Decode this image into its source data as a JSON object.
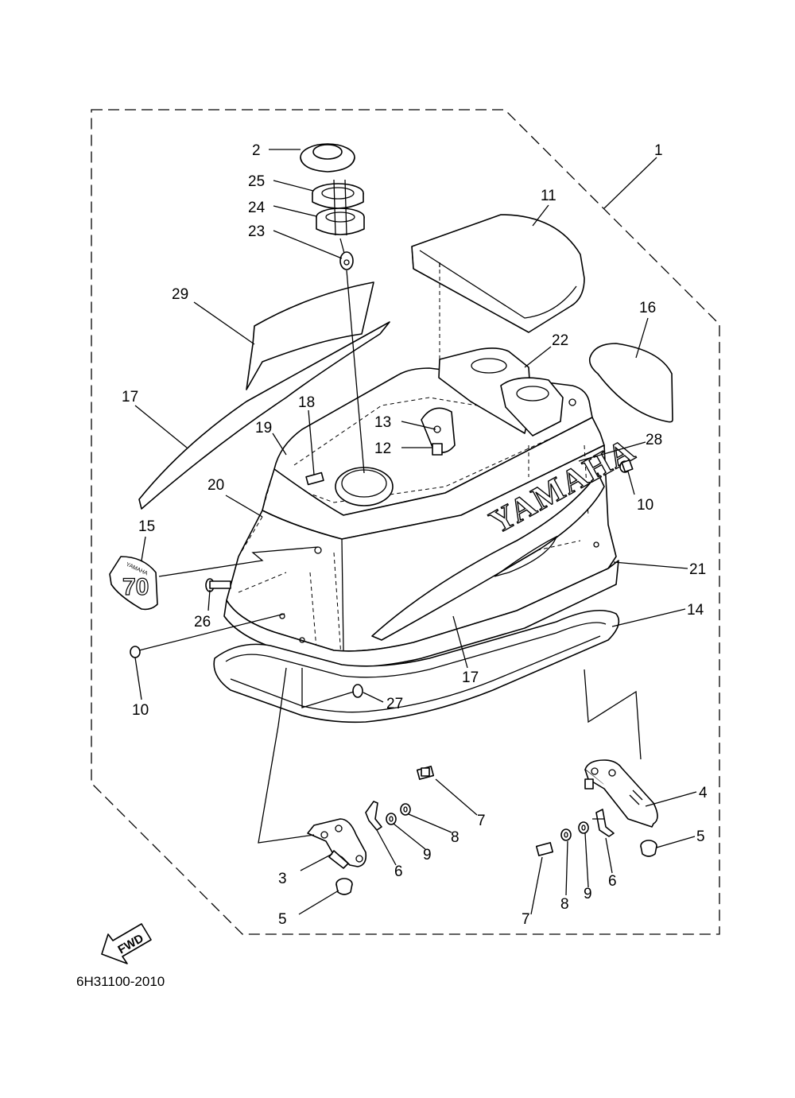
{
  "diagram": {
    "document_number": "6H31100-2010",
    "brand_text": "YAMAHA",
    "emblem_text": "70",
    "emblem_brand": "YAMAHA",
    "fwd_label": "FWD",
    "callouts": [
      {
        "id": "c1",
        "text": "1"
      },
      {
        "id": "c2",
        "text": "2"
      },
      {
        "id": "c25",
        "text": "25"
      },
      {
        "id": "c24",
        "text": "24"
      },
      {
        "id": "c23",
        "text": "23"
      },
      {
        "id": "c11",
        "text": "11"
      },
      {
        "id": "c29",
        "text": "29"
      },
      {
        "id": "c16",
        "text": "16"
      },
      {
        "id": "c22",
        "text": "22"
      },
      {
        "id": "c17a",
        "text": "17"
      },
      {
        "id": "c18",
        "text": "18"
      },
      {
        "id": "c19",
        "text": "19"
      },
      {
        "id": "c13",
        "text": "13"
      },
      {
        "id": "c12",
        "text": "12"
      },
      {
        "id": "c28",
        "text": "28"
      },
      {
        "id": "c20",
        "text": "20"
      },
      {
        "id": "c10a",
        "text": "10"
      },
      {
        "id": "c15",
        "text": "15"
      },
      {
        "id": "c21",
        "text": "21"
      },
      {
        "id": "c26",
        "text": "26"
      },
      {
        "id": "c14",
        "text": "14"
      },
      {
        "id": "c17b",
        "text": "17"
      },
      {
        "id": "c10b",
        "text": "10"
      },
      {
        "id": "c27",
        "text": "27"
      },
      {
        "id": "c4",
        "text": "4"
      },
      {
        "id": "c7a",
        "text": "7"
      },
      {
        "id": "c8a",
        "text": "8"
      },
      {
        "id": "c9a",
        "text": "9"
      },
      {
        "id": "c6a",
        "text": "6"
      },
      {
        "id": "c3",
        "text": "3"
      },
      {
        "id": "c5a",
        "text": "5"
      },
      {
        "id": "c5b",
        "text": "5"
      },
      {
        "id": "c6b",
        "text": "6"
      },
      {
        "id": "c7b",
        "text": "7"
      },
      {
        "id": "c8b",
        "text": "8"
      },
      {
        "id": "c9b",
        "text": "9"
      }
    ]
  }
}
